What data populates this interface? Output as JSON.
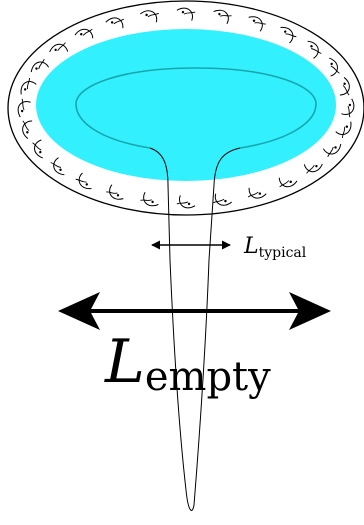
{
  "labels": {
    "typical_symbol": "L",
    "typical_subscript": "typical",
    "empty_symbol": "L",
    "empty_subscript": "empty"
  },
  "colors": {
    "fill": "#33f0ff",
    "inner_ring": "#17a6ae",
    "stroke": "#000000",
    "background": "#ffffff"
  },
  "icons": {
    "cell": "curved-cell-icon",
    "arrow": "double-headed-arrow-icon"
  }
}
